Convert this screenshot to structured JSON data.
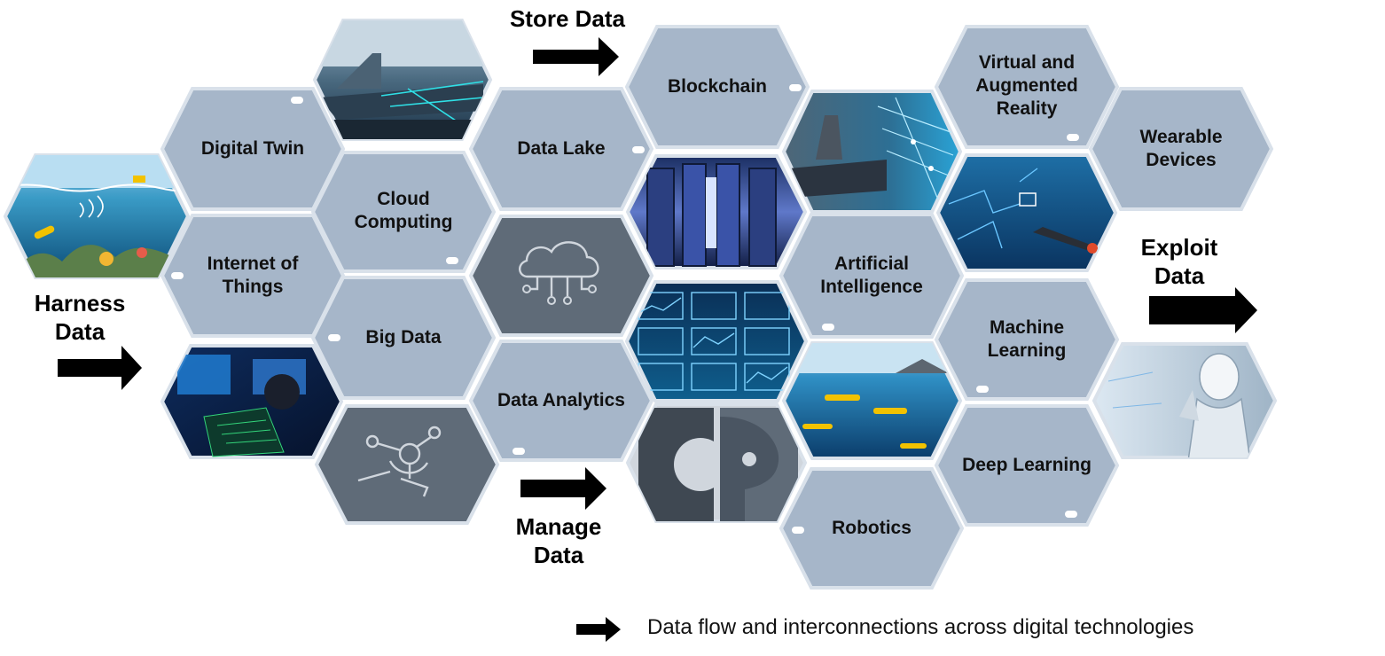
{
  "colors": {
    "hex_fill": "#a6b6c9",
    "hex_border": "#d9e1ea",
    "icon_hex_fill": "#5f6b78",
    "arrow": "#000000"
  },
  "flow_labels": {
    "store": "Store Data",
    "harness": "Harness\nData",
    "manage": "Manage\nData",
    "exploit": "Exploit\nData"
  },
  "technologies": {
    "digital_twin": "Digital Twin",
    "internet_of_things": "Internet of\nThings",
    "cloud_computing": "Cloud\nComputing",
    "big_data": "Big Data",
    "data_lake": "Data Lake",
    "data_analytics": "Data Analytics",
    "blockchain": "Blockchain",
    "artificial_intelligence": "Artificial\nIntelligence",
    "robotics": "Robotics",
    "virtual_augmented_reality": "Virtual and\nAugmented\nReality",
    "wearable_devices": "Wearable\nDevices",
    "machine_learning": "Machine\nLearning",
    "deep_learning": "Deep Learning"
  },
  "images": [
    {
      "name": "underwater-sensors-image",
      "icon": "underwater-scene"
    },
    {
      "name": "aircraft-carrier-digital-twin-image",
      "icon": "ship-wireframe"
    },
    {
      "name": "operator-control-room-image",
      "icon": "control-room"
    },
    {
      "name": "cloud-network-icon",
      "icon": "cloud-icon"
    },
    {
      "name": "analytics-node-icon",
      "icon": "network-node-icon"
    },
    {
      "name": "server-room-image",
      "icon": "server-racks"
    },
    {
      "name": "dashboard-charts-image",
      "icon": "dashboard"
    },
    {
      "name": "gear-head-ai-icon",
      "icon": "gear-head-icon"
    },
    {
      "name": "carrier-network-image",
      "icon": "ship-network"
    },
    {
      "name": "unmanned-vehicles-image",
      "icon": "underwater-drones"
    },
    {
      "name": "ai-submarine-image",
      "icon": "submarine-circuit"
    },
    {
      "name": "robot-hand-image",
      "icon": "robot"
    }
  ],
  "legend": {
    "text": "Data flow and interconnections across digital technologies"
  }
}
